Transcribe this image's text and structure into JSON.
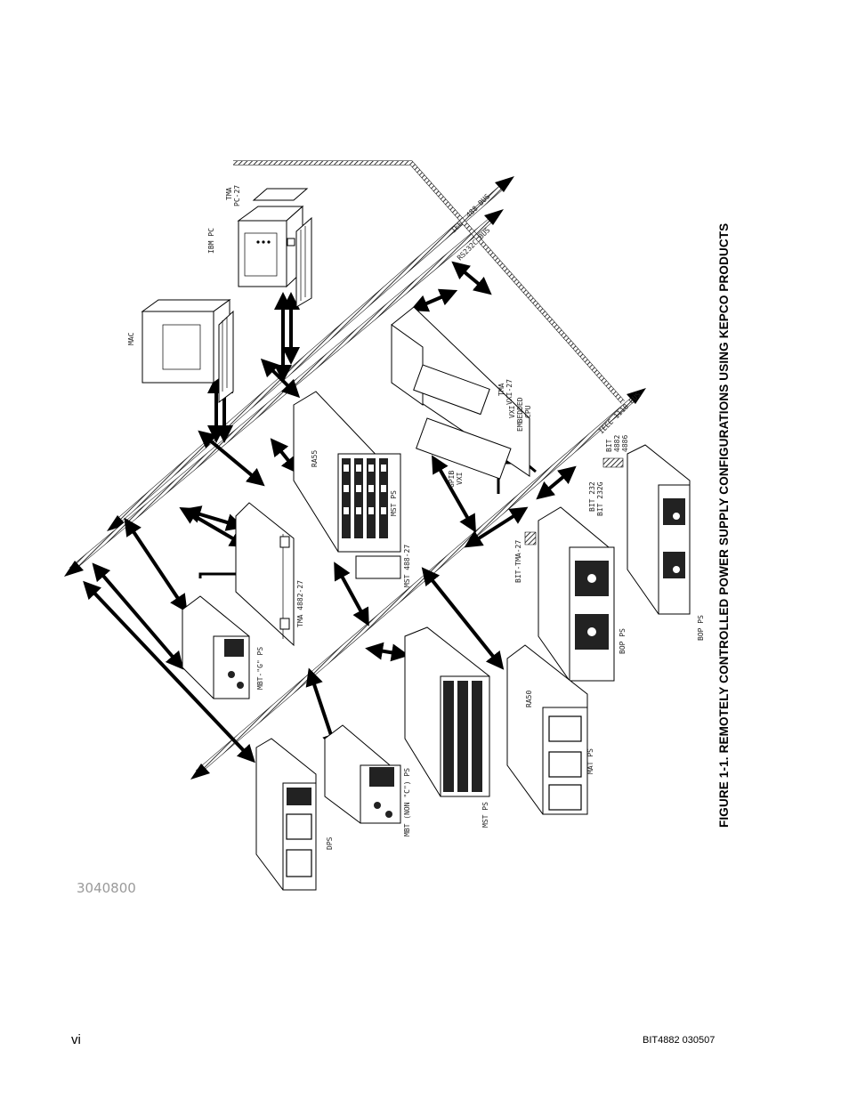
{
  "figure": {
    "caption": "FIGURE 1-1.   REMOTELY CONTROLLED POWER SUPPLY CONFIGURATIONS USING KEPCO PRODUCTS",
    "reference_number": "3040800"
  },
  "labels": {
    "mac": "MAC",
    "ibm_pc": "IBM PC",
    "tma_pc27_a": "TMA",
    "tma_pc27_b": "PC-27",
    "ieee488_bus": "IEEE 488 BUS",
    "rs232c_bus": "RS232C BUS",
    "ieee1118_bus": "IEEE 1118 BUS",
    "tma_vxi27_a": "TMA",
    "tma_vxi27_b": "VXI-27",
    "vxi_cpu_a": "VXI",
    "vxi_cpu_b": "EMBEDDED",
    "vxi_cpu_c": "CPU",
    "gpib_a": "GPIB",
    "gpib_b": "VXI",
    "ra55": "RA55",
    "mst_ps_top": "MST PS",
    "mst_488_27": "MST 488-27",
    "tma_4882_27": "TMA 4882-27",
    "mbt_g_ps": "MBT-\"G\" PS",
    "bit_232_a": "BIT 232",
    "bit_232_b": "BIT 232G",
    "bit_4882_a": "BIT",
    "bit_4882_b": "4882",
    "bit_4882_c": "4886",
    "bit_tma_27": "BIT-TMA-27",
    "bop_ps_1": "BOP PS",
    "bop_ps_2": "BOP PS",
    "ra50": "RA50",
    "mat_ps": "MAT PS",
    "mst_ps_bottom": "MST PS",
    "mbt_non_c_ps": "MBT (NON \"C\") PS",
    "dps": "DPS"
  },
  "footer": {
    "page_number": "vi",
    "document_id": "BIT4882  030507"
  }
}
